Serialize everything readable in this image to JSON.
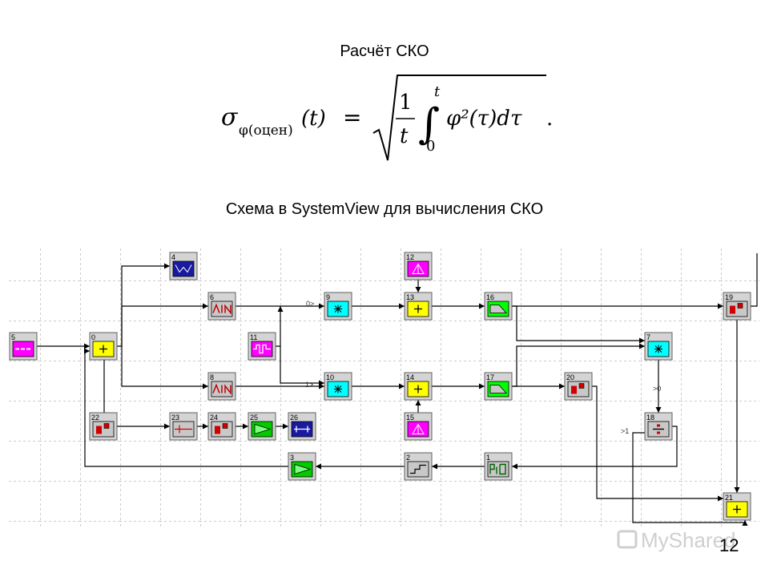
{
  "title_top": "Расчёт СКО",
  "title_diagram": "Схема в SystemView для вычисления СКО",
  "formula": {
    "lhs_sigma": "σ",
    "lhs_subscript": "φ(оцен)",
    "lhs_arg": "(t)",
    "equals": "=",
    "frac_num": "1",
    "frac_den": "t",
    "upper_limit": "t",
    "lower_limit": "0",
    "integrand": "φ²(τ)dτ",
    "end": "."
  },
  "page_number": "12",
  "watermark": "MyShared",
  "blocks": [
    {
      "id": "4",
      "type": "sink-scope",
      "color": "#1a1aa0"
    },
    {
      "id": "6",
      "type": "sin",
      "color": "#c8c8c8"
    },
    {
      "id": "8",
      "type": "sin",
      "color": "#c8c8c8"
    },
    {
      "id": "5",
      "type": "source",
      "color": "#ff00ff"
    },
    {
      "id": "0",
      "type": "adder",
      "color": "#ffff00"
    },
    {
      "id": "11",
      "type": "noise",
      "color": "#ff00ff"
    },
    {
      "id": "9",
      "type": "multiplier",
      "color": "#00ffff"
    },
    {
      "id": "10",
      "type": "multiplier",
      "color": "#00ffff"
    },
    {
      "id": "12",
      "type": "sink",
      "color": "#ff00ff"
    },
    {
      "id": "13",
      "type": "adder",
      "color": "#ffff00"
    },
    {
      "id": "14",
      "type": "adder",
      "color": "#ffff00"
    },
    {
      "id": "15",
      "type": "sink",
      "color": "#ff00ff"
    },
    {
      "id": "16",
      "type": "filter",
      "color": "#00ff00"
    },
    {
      "id": "17",
      "type": "filter",
      "color": "#00ff00"
    },
    {
      "id": "20",
      "type": "sink-analysis",
      "color": "#c8c8c8"
    },
    {
      "id": "7",
      "type": "multiplier",
      "color": "#00ffff"
    },
    {
      "id": "18",
      "type": "divider",
      "color": "#c8c8c8"
    },
    {
      "id": "19",
      "type": "sink-analysis",
      "color": "#c8c8c8"
    },
    {
      "id": "21",
      "type": "adder",
      "color": "#ffff00"
    },
    {
      "id": "22",
      "type": "sink-analysis",
      "color": "#c8c8c8"
    },
    {
      "id": "23",
      "type": "delay",
      "color": "#c8c8c8"
    },
    {
      "id": "24",
      "type": "sink-analysis",
      "color": "#c8c8c8"
    },
    {
      "id": "25",
      "type": "gain",
      "color": "#00cc00"
    },
    {
      "id": "26",
      "type": "sink-meter",
      "color": "#1a1aa0"
    },
    {
      "id": "3",
      "type": "gain",
      "color": "#00cc00"
    },
    {
      "id": "2",
      "type": "quantizer",
      "color": "#c8c8c8"
    },
    {
      "id": "1",
      "type": "pid",
      "color": "#c8c8c8"
    }
  ],
  "port_labels": {
    "p9": "0>",
    "p10": "1>",
    "p18a": ">0",
    "p18b": ">1"
  }
}
